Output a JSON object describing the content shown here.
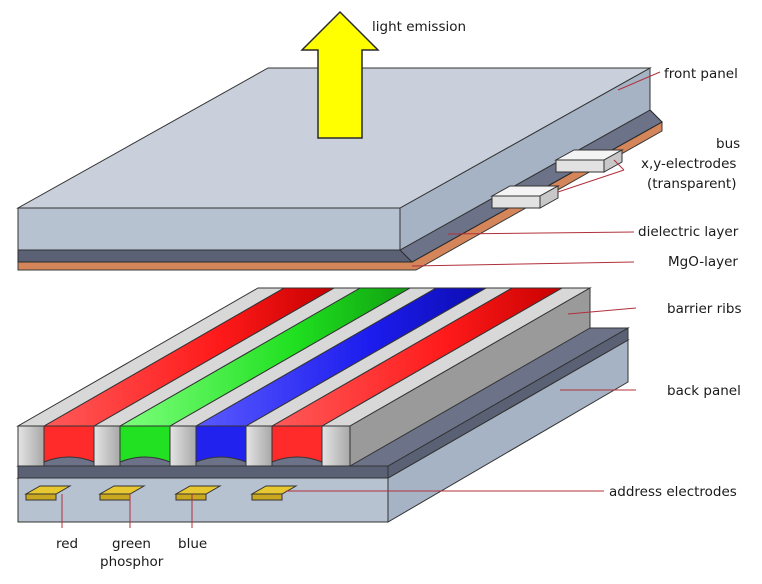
{
  "labels": {
    "light_emission": "light emission",
    "front_panel": "front panel",
    "bus": "bus",
    "xy_electrodes": "x,y-electrodes",
    "transparent": "(transparent)",
    "dielectric_layer": "dielectric layer",
    "mgo_layer": "MgO-layer",
    "barrier_ribs": "barrier ribs",
    "back_panel": "back panel",
    "address_electrodes": "address electrodes",
    "red": "red",
    "green": "green",
    "phosphor": "phosphor",
    "blue": "blue"
  },
  "colors": {
    "arrow": "#ffff00",
    "glass_top": "#c9d0db",
    "glass_front": "#b7c2d1",
    "glass_side": "#a6b3c5",
    "dielectric": "#5a6175",
    "mgo": "#d4865a",
    "red_phosphor": "#ff2020",
    "green_phosphor": "#22e022",
    "blue_phosphor": "#2020ee",
    "rib": "#b8b8b8",
    "electrode": "#e8c830",
    "leader": "#b0303a"
  }
}
